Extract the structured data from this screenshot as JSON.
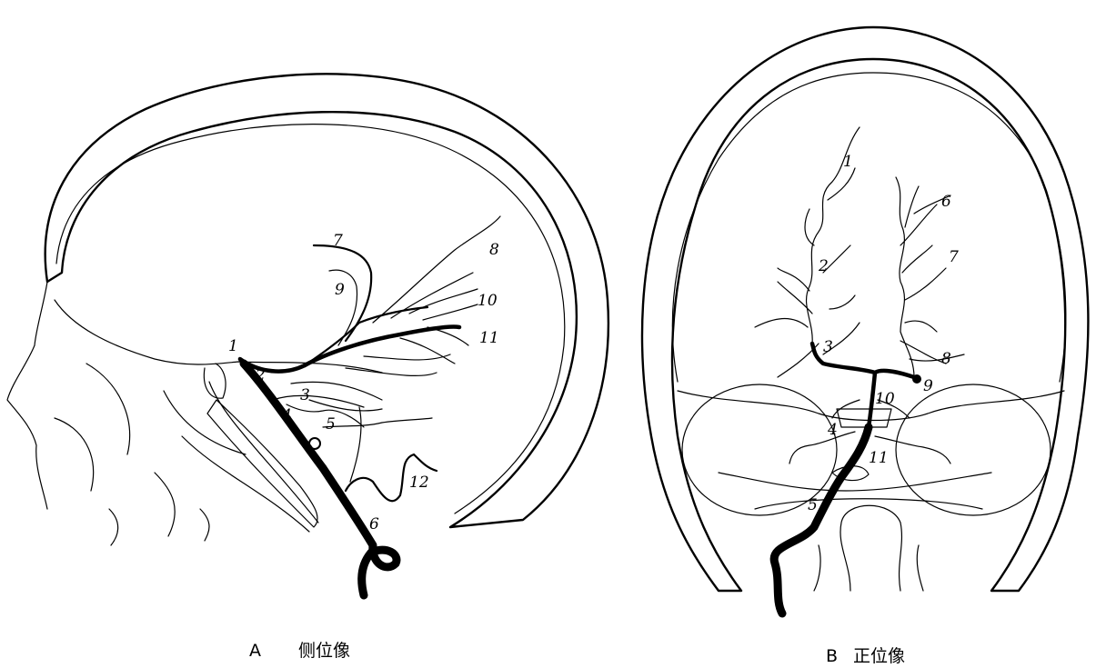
{
  "panels": {
    "lateral": {
      "caption_letter": "A",
      "caption_text": "侧位像",
      "labels": [
        "1",
        "2",
        "3",
        "4",
        "5",
        "6",
        "7",
        "8",
        "9",
        "10",
        "11",
        "12"
      ]
    },
    "frontal": {
      "caption_letter": "B",
      "caption_text": "正位像",
      "labels": [
        "1",
        "2",
        "3",
        "4",
        "5",
        "6",
        "7",
        "8",
        "9",
        "10",
        "11"
      ]
    }
  }
}
